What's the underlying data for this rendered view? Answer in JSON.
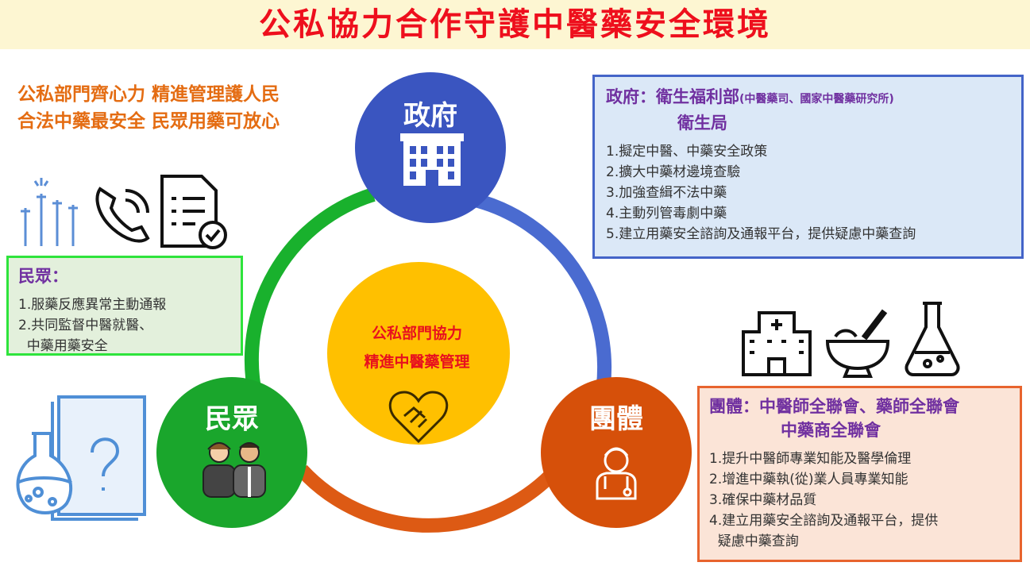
{
  "title": "公私協力合作守護中醫藥安全環境",
  "slogan": {
    "line1": "公私部門齊心力 精進管理護人民",
    "line2": "合法中藥最安全 民眾用藥可放心"
  },
  "center": {
    "line1": "公私部門協力",
    "line2": "精進中醫藥管理",
    "icon": "handshake-heart-icon"
  },
  "nodes": {
    "government": {
      "label": "政府",
      "color": "#3a55c0",
      "icon": "building-icon"
    },
    "public": {
      "label": "民眾",
      "color": "#1aa62c",
      "icon": "people-icon"
    },
    "groups": {
      "label": "團體",
      "color": "#d6500a",
      "icon": "doctor-icon"
    }
  },
  "public_box": {
    "title": "民眾：",
    "items": [
      "1.服藥反應異常主動通報",
      "2.共同監督中醫就醫、",
      "  中藥用藥安全"
    ]
  },
  "gov_box": {
    "title": "政府：衛生福利部",
    "title_small": "(中醫藥司、國家中醫藥研究所)",
    "subtitle": "衛生局",
    "items": [
      "1.擬定中醫、中藥安全政策",
      "2.擴大中藥材邊境查驗",
      "3.加強查緝不法中藥",
      "4.主動列管毒劇中藥",
      "5.建立用藥安全諮詢及通報平台，提供疑慮中藥查詢"
    ]
  },
  "group_box": {
    "title": "團體：中醫師全聯會、藥師全聯會",
    "subtitle": "中藥商全聯會",
    "items": [
      "1.提升中醫師專業知能及醫學倫理",
      "2.增進中藥執(從)業人員專業知能",
      "3.確保中藥材品質",
      "4.建立用藥安全諮詢及通報平台，提供",
      "  疑慮中藥查詢"
    ]
  },
  "colors": {
    "title_red": "#ee0f1d",
    "slogan_orange": "#e46c12",
    "ring_blue": "#4a6bd0",
    "ring_green": "#19b12d",
    "ring_orange": "#dd5a14",
    "center_yellow": "#ffc000"
  },
  "decor_icons": [
    "hands-raised-icon",
    "phone-icon",
    "checked-document-icon",
    "computer-link-icon",
    "smartphone-icon",
    "hospital-icon",
    "mortar-pestle-icon",
    "flask-icon",
    "book-flask-question-icon"
  ]
}
